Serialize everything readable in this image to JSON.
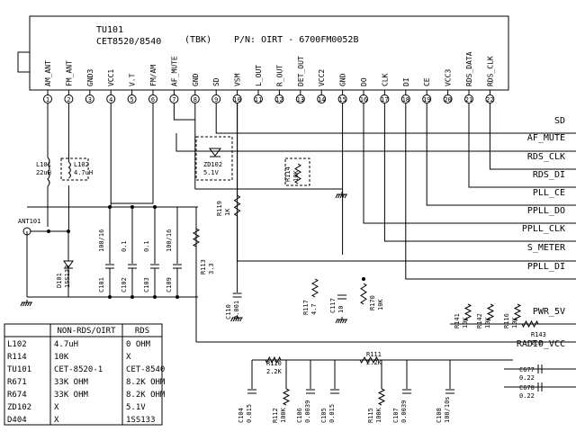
{
  "module": {
    "ref": "TU101",
    "model": "CET8520/8540",
    "maker": "(TBK)",
    "part_no": "P/N: OIRT - 6700FM0052B"
  },
  "pins": [
    {
      "num": "1",
      "name": "AM_ANT"
    },
    {
      "num": "2",
      "name": "FM_ANT"
    },
    {
      "num": "3",
      "name": "GND3"
    },
    {
      "num": "4",
      "name": "VCC1"
    },
    {
      "num": "5",
      "name": "V.T"
    },
    {
      "num": "6",
      "name": "FM/AM"
    },
    {
      "num": "7",
      "name": "AF_MUTE"
    },
    {
      "num": "8",
      "name": "GND"
    },
    {
      "num": "9",
      "name": "SD"
    },
    {
      "num": "10",
      "name": "VSM"
    },
    {
      "num": "11",
      "name": "L_OUT"
    },
    {
      "num": "12",
      "name": "R_OUT"
    },
    {
      "num": "13",
      "name": "DET_OUT"
    },
    {
      "num": "14",
      "name": "VCC2"
    },
    {
      "num": "15",
      "name": "GND"
    },
    {
      "num": "16",
      "name": "DO"
    },
    {
      "num": "17",
      "name": "CLK"
    },
    {
      "num": "18",
      "name": "DI"
    },
    {
      "num": "19",
      "name": "CE"
    },
    {
      "num": "20",
      "name": "VCC3"
    },
    {
      "num": "21",
      "name": "RDS_DATA"
    },
    {
      "num": "22",
      "name": "RDS_CLK"
    }
  ],
  "signals": [
    "SD",
    "AF_MUTE",
    "RDS_CLK",
    "RDS_DI",
    "PLL_CE",
    "PPLL_DO",
    "PPLL_CLK",
    "S_METER",
    "PPLL_DI",
    "PWR_5V",
    "RADIO_VCC"
  ],
  "components": {
    "L101": [
      "L101",
      "22uH"
    ],
    "L102": [
      "L102",
      "4.7uH"
    ],
    "ZD102": [
      "ZD102",
      "5.1V"
    ],
    "R114": [
      "R114",
      "10K"
    ],
    "R119": [
      "R119",
      "1K"
    ],
    "ANT101": [
      "ANT101"
    ],
    "D101": [
      "D101",
      "1SS133"
    ],
    "C101": [
      "C101",
      "100/16"
    ],
    "C102": [
      "C102",
      "0.1"
    ],
    "C103": [
      "C103",
      "0.1"
    ],
    "C109": [
      "C109",
      "100/16"
    ],
    "R113": [
      "R113",
      "3.3"
    ],
    "C110": [
      "C110",
      "0.001"
    ],
    "R117": [
      "R117",
      "4.7"
    ],
    "C117": [
      "C117",
      "10"
    ],
    "R170": [
      "R170",
      "10K"
    ],
    "R141": [
      "R141",
      "10K"
    ],
    "R142": [
      "R142",
      "10K"
    ],
    "R116": [
      "R116",
      "10K"
    ],
    "R143": [
      "R143",
      "2.2"
    ],
    "R110": [
      "R110",
      "2.2K"
    ],
    "R111": [
      "R111",
      "2.2K"
    ],
    "C104": [
      "C104",
      "0.015"
    ],
    "R112": [
      "R112",
      "100K"
    ],
    "C106": [
      "C106",
      "0.0039"
    ],
    "C105": [
      "C105",
      "0.015"
    ],
    "R115": [
      "R115",
      "100K"
    ],
    "C107": [
      "C107",
      "0.0039"
    ],
    "C108": [
      "C108",
      "100/10s"
    ],
    "C677": [
      "C677",
      "0.22"
    ],
    "C678": [
      "C678",
      "0.22"
    ]
  },
  "table": {
    "headers": [
      "",
      "NON-RDS/OIRT",
      "RDS"
    ],
    "rows": [
      [
        "L102",
        "4.7uH",
        "0 OHM"
      ],
      [
        "R114",
        "10K",
        "X"
      ],
      [
        "TU101",
        "CET-8520-1",
        "CET-8540"
      ],
      [
        "R671",
        "33K OHM",
        "8.2K OHM"
      ],
      [
        "R674",
        "33K OHM",
        "8.2K OHM"
      ],
      [
        "ZD102",
        "X",
        "5.1V"
      ],
      [
        "D404",
        "X",
        "1SS133"
      ]
    ]
  }
}
